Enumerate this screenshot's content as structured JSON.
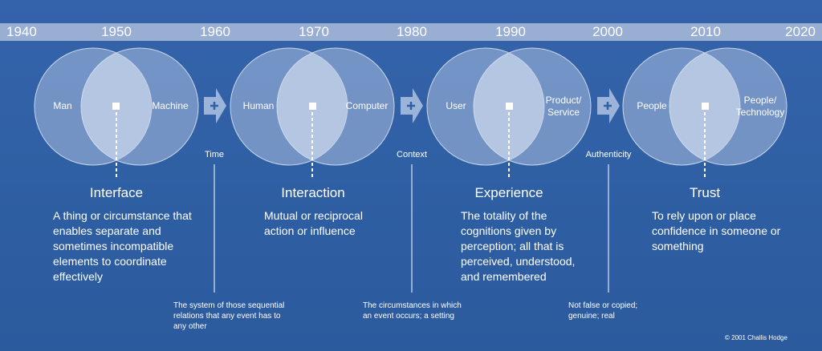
{
  "timeline": {
    "years": [
      "1940",
      "1950",
      "1960",
      "1970",
      "1980",
      "1990",
      "2000",
      "2010",
      "2020"
    ]
  },
  "stages": [
    {
      "left_circle": "Man",
      "right_circle": "Machine",
      "title": "Interface",
      "description": "A thing or circumstance that enables separate and sometimes incompatible elements to coordinate effectively"
    },
    {
      "left_circle": "Human",
      "right_circle": "Computer",
      "title": "Interaction",
      "description": "Mutual or reciprocal action or influence"
    },
    {
      "left_circle": "User",
      "right_circle": "Product/\nService",
      "title": "Experience",
      "description": "The totality of the cognitions given by perception; all that is perceived, understood, and remembered"
    },
    {
      "left_circle": "People",
      "right_circle": "People/\nTechnology",
      "title": "Trust",
      "description": "To rely upon or place confidence in someone or something"
    }
  ],
  "transitions": [
    {
      "label": "Time",
      "definition": "The system of those sequential relations that any event has to any other"
    },
    {
      "label": "Context",
      "definition": "The circumstances in which an event occurs; a setting"
    },
    {
      "label": "Authenticity",
      "definition": "Not false or copied; genuine; real"
    }
  ],
  "copyright": "© 2001 Challis Hodge",
  "colors": {
    "background": "#3060a6",
    "year_bar": "#98aed3",
    "circle_fill": "#a9bedf",
    "overlap_fill": "#cfdcef",
    "arrow_fill": "#a9bedf",
    "text": "#ffffff"
  },
  "icons": {
    "plus": "plus-icon",
    "center_marker": "square-marker-icon"
  }
}
